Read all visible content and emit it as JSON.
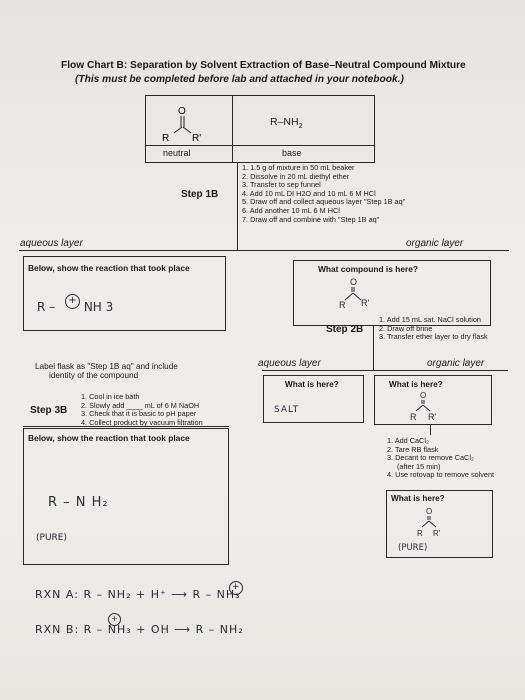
{
  "header": {
    "title": "Flow Chart B: Separation by Solvent Extraction of Base–Neutral Compound Mixture",
    "subtitle": "(This must be completed before lab and attached in your notebook.)"
  },
  "top": {
    "neutral_label": "neutral",
    "base_formula": "R–NH",
    "base_sub": "2",
    "base_label": "base",
    "step_label": "Step 1B",
    "steps": [
      "1. 1.5 g of mixture in 50 mL beaker",
      "2. Dissolve in 20 mL diethyl ether",
      "3. Transfer to sep funnel",
      "4. Add 10 mL DI H2O and 10 mL 6 M HCl",
      "5. Draw off and collect aqueous layer \"Step 1B aq\"",
      "6. Add another 10 mL 6 M HCl",
      "7. Draw off and combine with \"Step 1B aq\""
    ]
  },
  "left": {
    "aqueous_label": "aqueous layer",
    "reaction_header": "Below, show the reaction that took place",
    "hand_reaction": "R –",
    "hand_charge": "+",
    "hand_nh3": "NH 3",
    "flask_note_1": "Label flask as \"Step 1B aq\" and include",
    "flask_note_2": "identity of the compound",
    "step_label": "Step 3B",
    "steps": [
      "1. Cool in ice bath",
      "2. Slowly add ____ mL of 6 M NaOH",
      "3. Check that it is basic to pH paper",
      "4. Collect product by vacuum filtration"
    ],
    "reaction_header_2": "Below, show the reaction that took place",
    "hand_product": "R – N H₂",
    "hand_pure": "(PURE)"
  },
  "right": {
    "organic_label": "organic layer",
    "question": "What compound is here?",
    "step_label": "Step 2B",
    "steps": [
      "1. Add 15 mL sat. NaCl solution",
      "2. Draw off brine",
      "3. Transfer ether layer to dry flask"
    ],
    "aqueous_label_2": "aqueous layer",
    "organic_label_2": "organic layer",
    "what_here_1": "What is here?",
    "what_here_2": "What is here?",
    "hand_salt": "SALT",
    "steps_2": [
      "1. Add CaCl₂",
      "2. Tare RB flask",
      "3. Decant to remove CaCl₂",
      "(after 15 min)",
      "4. Use rotovap to remove solvent"
    ],
    "what_here_3": "What is here?",
    "hand_pure": "(PURE)"
  },
  "bottom": {
    "rxn_a": "RXN A:  R – NH₂ + H⁺  ⟶  R – NH₃",
    "rxn_a_charge": "+",
    "rxn_b": "RXN B:  R – NH₃ + OH  ⟶  R – NH₂",
    "rxn_b_charge": "+"
  }
}
